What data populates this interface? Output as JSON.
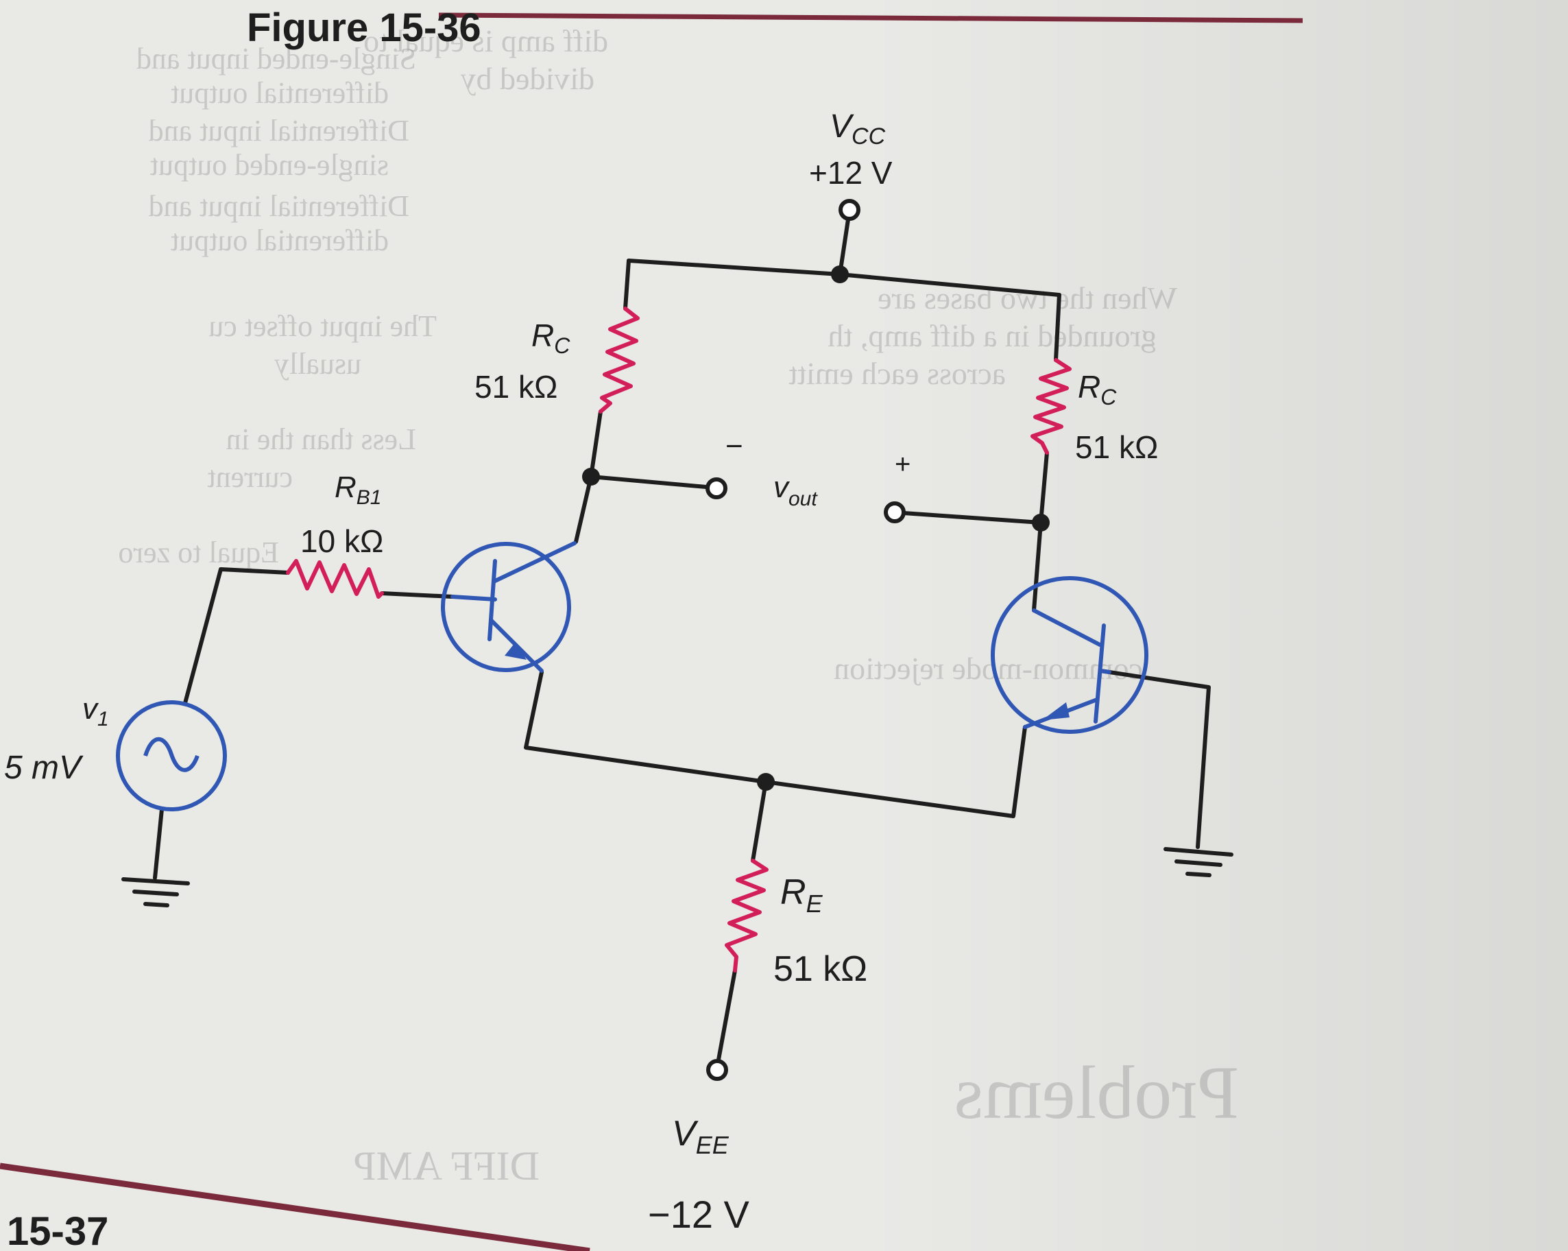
{
  "figure": {
    "title": "Figure 15-36",
    "next_figure": "15-37"
  },
  "background_text": [
    "diff amp is equal to",
    "divided by",
    "Single-ended input and",
    "differential output",
    "Differential input and",
    "single-ended output",
    "Differential input and",
    "differential output",
    "The input offset cu",
    "usually",
    "Less than the in",
    "current",
    "Equal to zero",
    "When the two bases are",
    "grounded in a diff amp, th",
    "across each emitt",
    "common-mode rejection",
    "Problems",
    "DIFF AMP"
  ],
  "supply_top": {
    "name": "VCC",
    "name_main": "V",
    "name_sub": "CC",
    "value": "+12 V"
  },
  "supply_bottom": {
    "name": "VEE",
    "name_main": "V",
    "name_sub": "EE",
    "value": "−12 V"
  },
  "rc_left": {
    "name_main": "R",
    "name_sub": "C",
    "value": "51 kΩ"
  },
  "rc_right": {
    "name_main": "R",
    "name_sub": "C",
    "value": "51 kΩ"
  },
  "rb1": {
    "name_main": "R",
    "name_sub": "B1",
    "value": "10 kΩ"
  },
  "re": {
    "name_main": "R",
    "name_sub": "E",
    "value": "51 kΩ"
  },
  "source": {
    "name_main": "v",
    "name_sub": "1",
    "value": "5 mV"
  },
  "vout": {
    "name_main": "v",
    "name_sub": "out",
    "minus": "−",
    "plus": "+"
  },
  "colors": {
    "wire": "#1e1e1e",
    "resistor": "#d21f5a",
    "transistor": "#2f57b3",
    "border_line": "#7a2a3a"
  }
}
